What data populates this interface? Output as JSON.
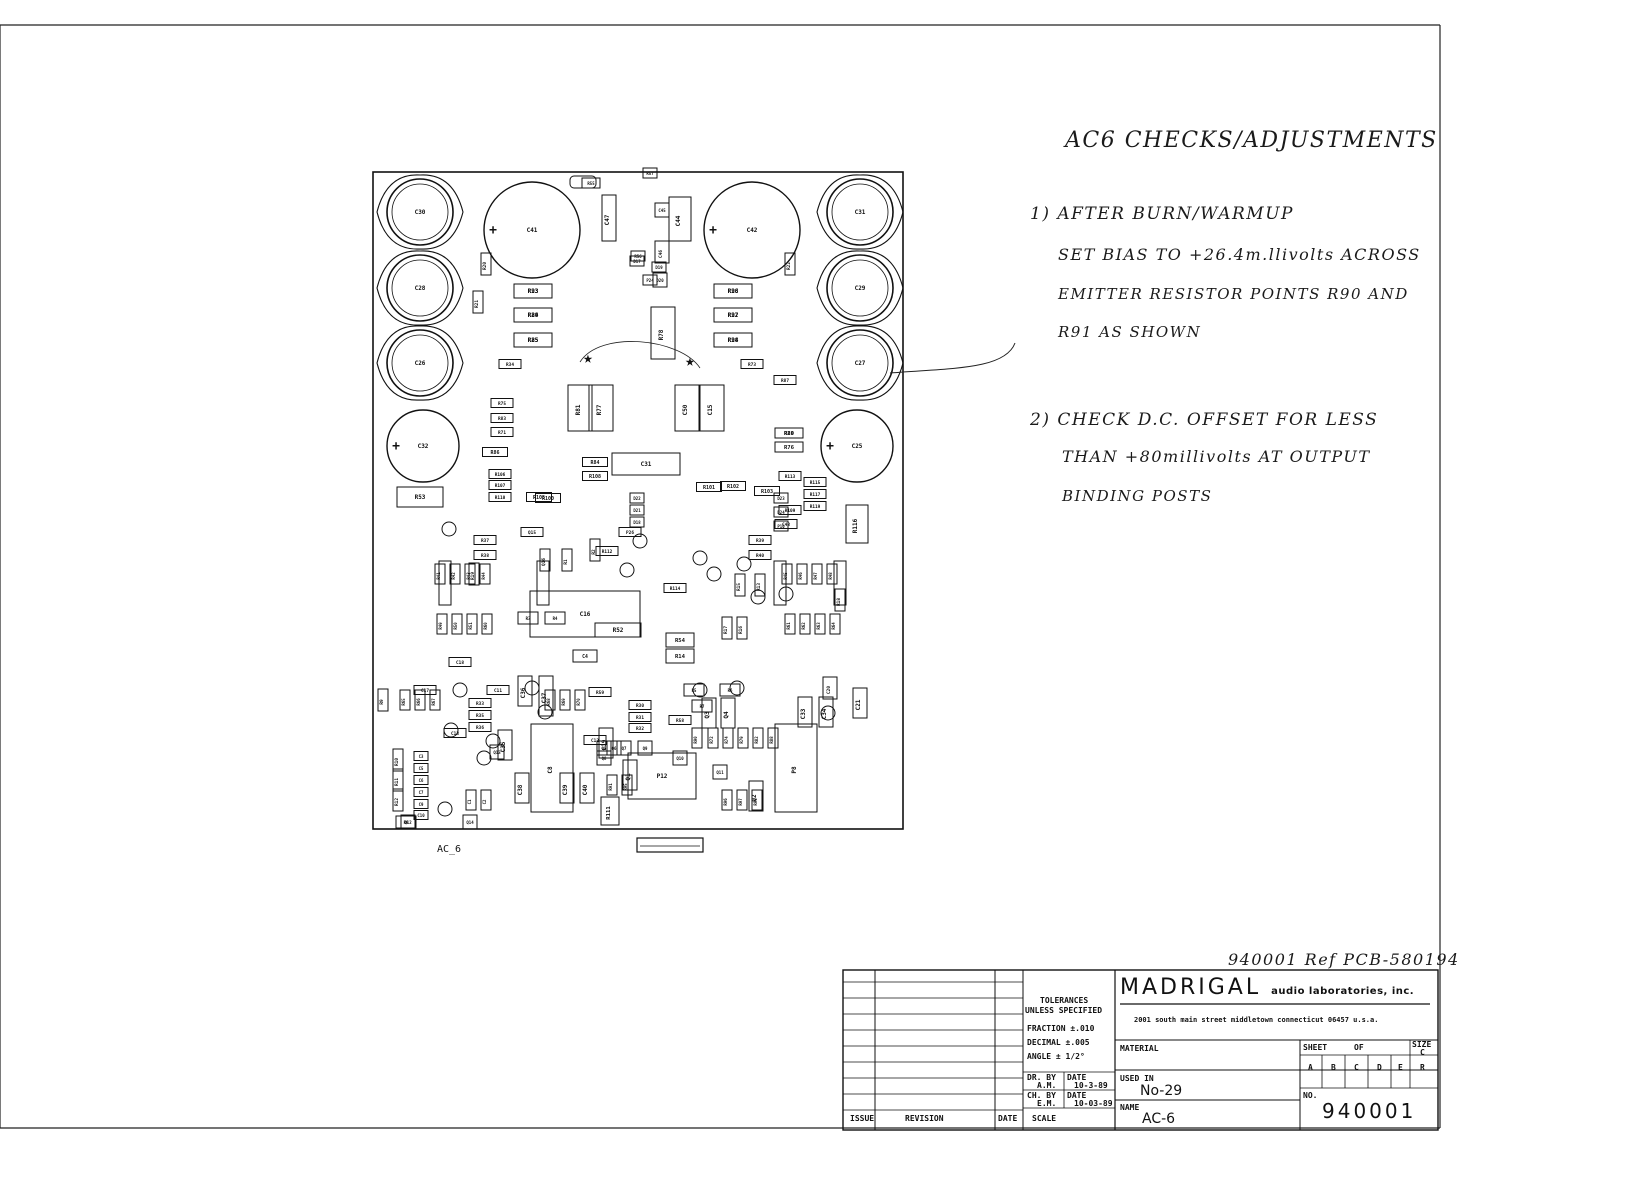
{
  "notes": {
    "title": "AC6 CHECKS/ADJUSTMENTS",
    "item1_line1": "1) AFTER BURN/WARMUP",
    "item1_line2": "SET BIAS TO +26.4m.llivolts ACROSS",
    "item1_line3": "EMITTER RESISTOR POINTS R90 AND",
    "item1_line4": "R91 AS SHOWN",
    "item2_line1": "2) CHECK D.C. OFFSET FOR LESS",
    "item2_line2": "THAN +80millivolts AT OUTPUT",
    "item2_line3": "BINDING POSTS"
  },
  "board": {
    "caption": "AC_6",
    "large_caps": [
      "C30",
      "C41",
      "C42",
      "C31",
      "C28",
      "C29",
      "C26",
      "C27",
      "C32",
      "C25"
    ],
    "labels": [
      "R93",
      "R89",
      "R85",
      "R98",
      "R92",
      "R94",
      "R80",
      "R76",
      "R81",
      "R77",
      "C50",
      "C15",
      "C31",
      "C16",
      "R52",
      "R53",
      "R54",
      "R14",
      "C4",
      "C8",
      "P8",
      "P12",
      "R111",
      "R78",
      "R75",
      "R87",
      "R83",
      "R71",
      "R73",
      "R34",
      "R86",
      "R84",
      "R108",
      "R100",
      "R101",
      "R105",
      "R102",
      "R103",
      "R106",
      "R107",
      "R110",
      "R112",
      "R114",
      "R116",
      "R117",
      "R119",
      "R113",
      "R115",
      "R109",
      "C43",
      "C46",
      "C47",
      "C44",
      "C45",
      "D20",
      "D17",
      "D19",
      "D18",
      "D21",
      "D22",
      "D23",
      "D24",
      "P10",
      "P26",
      "P24",
      "R55",
      "R57",
      "R56",
      "R58",
      "R59",
      "R30",
      "R31",
      "R32",
      "R33",
      "R35",
      "R36",
      "R37",
      "R38",
      "R39",
      "R40",
      "R41",
      "R42",
      "R43",
      "R44",
      "R45",
      "R46",
      "R47",
      "R48",
      "R49",
      "R50",
      "R51",
      "R60",
      "R61",
      "R62",
      "R63",
      "R64",
      "R65",
      "R66",
      "R67",
      "R68",
      "R69",
      "R70",
      "R72",
      "R74",
      "R79",
      "R82",
      "R88",
      "R90",
      "R91",
      "R95",
      "R96",
      "R97",
      "R99",
      "C1",
      "C2",
      "C3",
      "C5",
      "C6",
      "C7",
      "C9",
      "C10",
      "C11",
      "C12",
      "C13",
      "C17",
      "C18",
      "C19",
      "C20",
      "C21",
      "C33",
      "C34",
      "C35",
      "C36",
      "C37",
      "C38",
      "C39",
      "C40",
      "Q1",
      "Q2",
      "Q3",
      "Q4",
      "Q5",
      "Q6",
      "Q7",
      "Q8",
      "Q9",
      "Q10",
      "Q11",
      "Q12",
      "Q13",
      "Q14",
      "Q15",
      "Q16",
      "R1",
      "R2",
      "R3",
      "R4",
      "R5",
      "R6",
      "R7",
      "R8",
      "R9",
      "R10",
      "R11",
      "R12",
      "R13",
      "R15",
      "R16",
      "R17",
      "R18",
      "R19",
      "R20",
      "R21",
      "R22",
      "R23",
      "R24",
      "R25",
      "R26",
      "R27",
      "R28",
      "R29"
    ]
  },
  "title_block": {
    "tolerances": "TOLERANCES",
    "unless": "UNLESS SPECIFIED",
    "fraction": "FRACTION ±.010",
    "decimal": "DECIMAL ±.005",
    "angle": "ANGLE ± 1/2°",
    "dr_by": "DR. BY",
    "dr_name": "A.M.",
    "dr_date_label": "DATE",
    "dr_date": "10-3-89",
    "ch_by": "CH. BY",
    "ch_name": "E.M.",
    "ch_date_label": "DATE",
    "ch_date": "10-03-89",
    "scale": "SCALE",
    "issue": "ISSUE",
    "revision": "REVISION",
    "date": "DATE",
    "company": "MADRIGAL",
    "company_suffix": "audio laboratories, inc.",
    "address": "2001 south main street middletown connecticut 06457 u.s.a.",
    "material": "MATERIAL",
    "used_in_label": "USED IN",
    "used_in": "No-29",
    "name_label": "NAME",
    "name": "AC-6",
    "sheet": "SHEET",
    "of": "OF",
    "size": "SIZE",
    "size_value": "C",
    "revs": [
      "A",
      "B",
      "C",
      "D",
      "E",
      "R"
    ],
    "no_label": "NO.",
    "number": "940001"
  },
  "ref_note": "940001 Ref PCB-580194"
}
